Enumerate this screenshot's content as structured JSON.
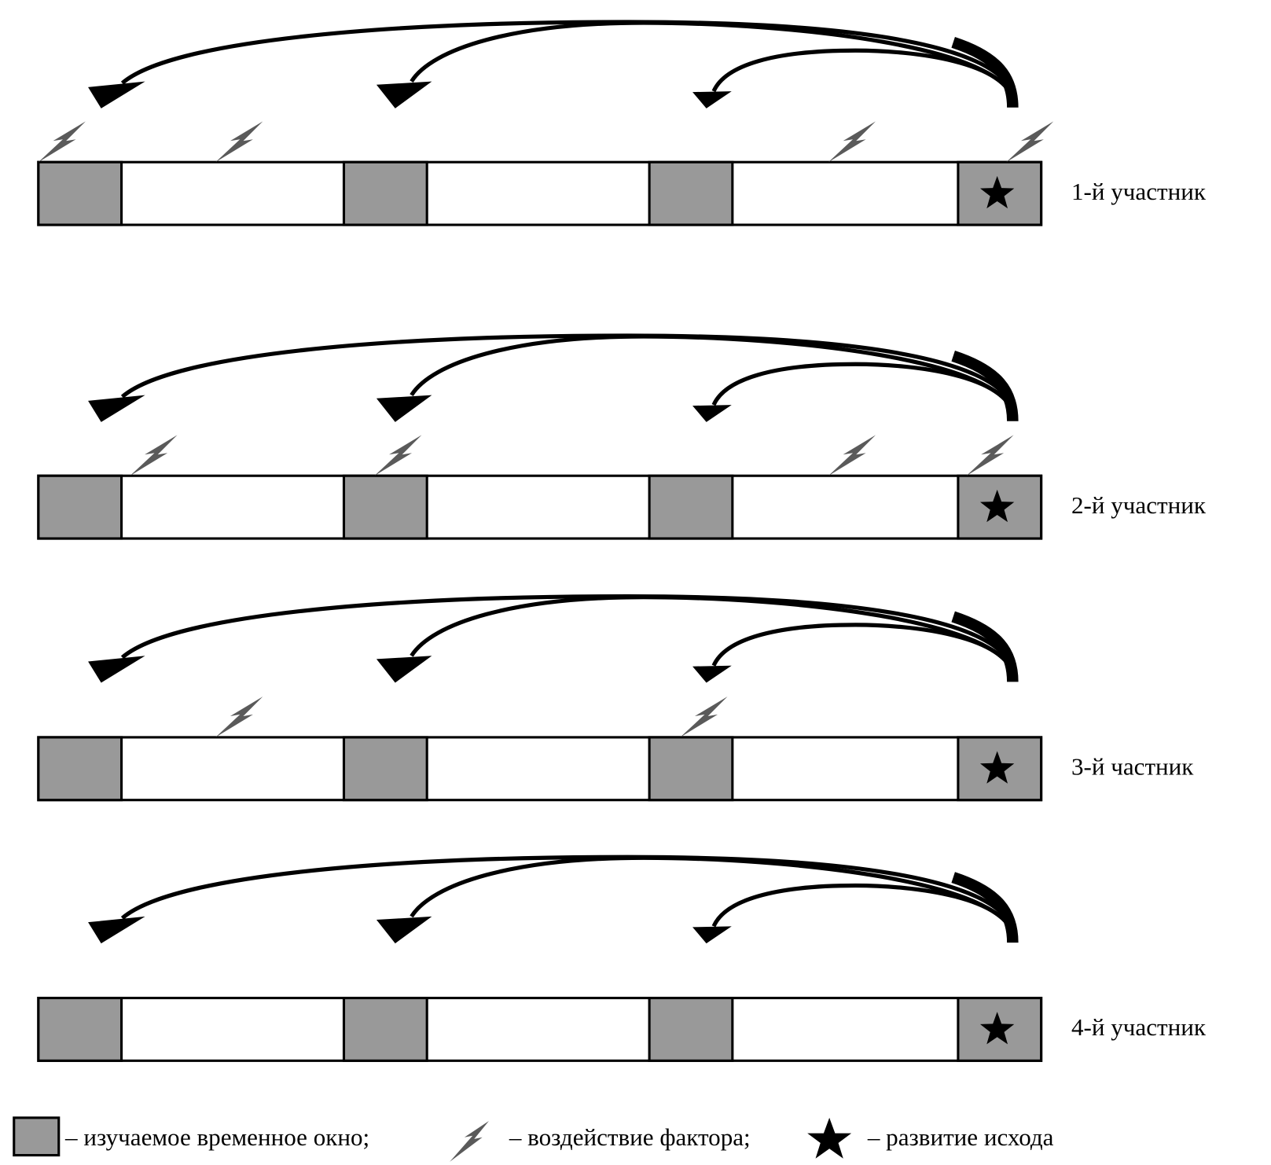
{
  "rows": [
    {
      "label": "1-й участник",
      "exposures": [
        0,
        0.58,
        2.58,
        3.58
      ]
    },
    {
      "label": "2-й участник",
      "exposures": [
        0.3,
        1.1,
        2.58,
        3.1
      ]
    },
    {
      "label": "3-й частник",
      "exposures": [
        0.58,
        2.1
      ]
    },
    {
      "label": "4-й участник",
      "exposures": []
    }
  ],
  "legend": {
    "window": "– изучаемое временное  окно;",
    "factor": "– воздействие фактора;",
    "outcome": "– развитие исхода"
  },
  "colors": {
    "window": "#999999",
    "lightning": "#5a5a5a",
    "ink": "#000000"
  }
}
